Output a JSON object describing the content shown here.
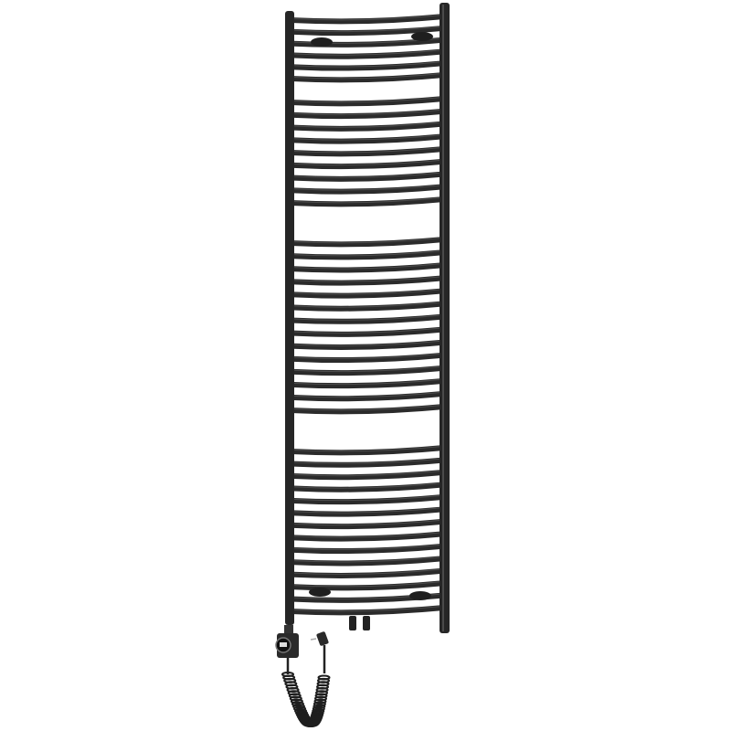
{
  "product": {
    "type": "towel-radiator",
    "finish_color": "#2b2b2b",
    "bar_groups": [
      6,
      9,
      14,
      14
    ],
    "accessories": [
      "thermostat-heating-element",
      "coiled-power-cable",
      "plug"
    ]
  }
}
